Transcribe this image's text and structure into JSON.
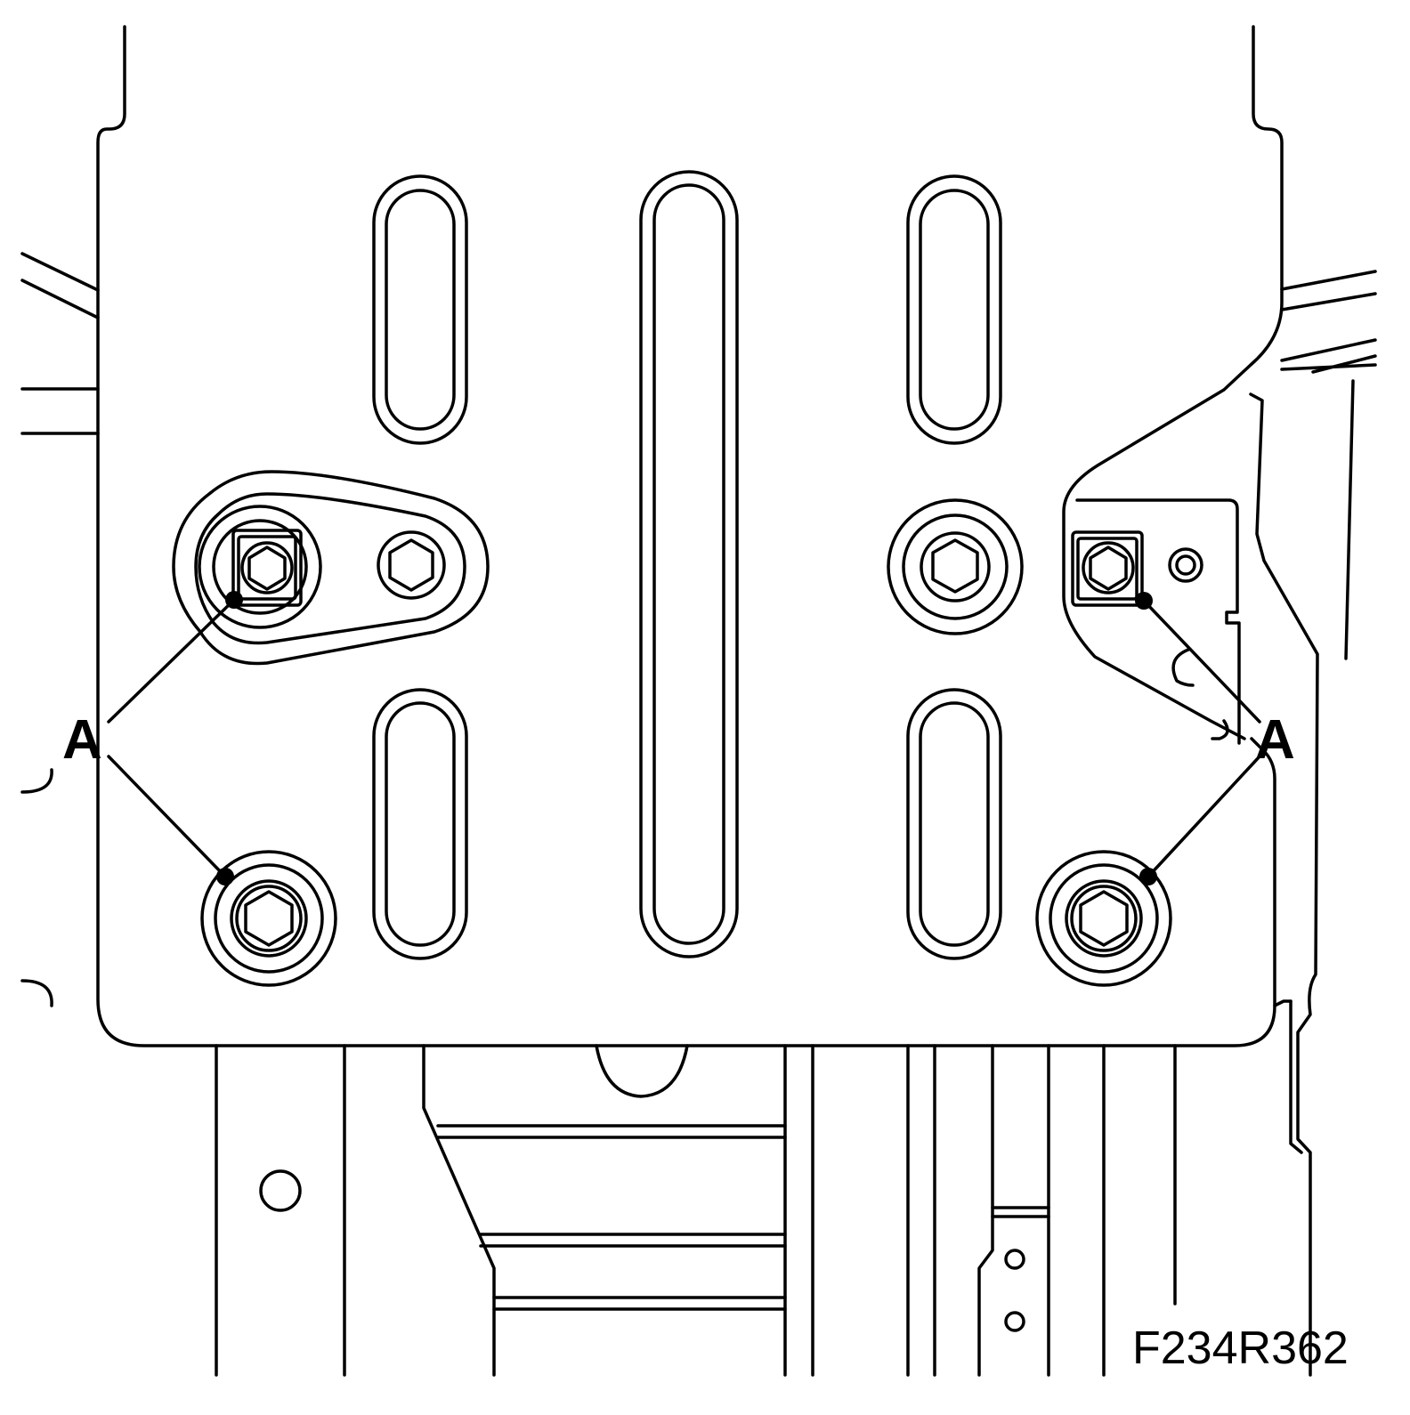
{
  "diagram": {
    "callouts": [
      {
        "id": "left",
        "letter": "A"
      },
      {
        "id": "right",
        "letter": "A"
      }
    ],
    "figure_code": "F234R362"
  }
}
